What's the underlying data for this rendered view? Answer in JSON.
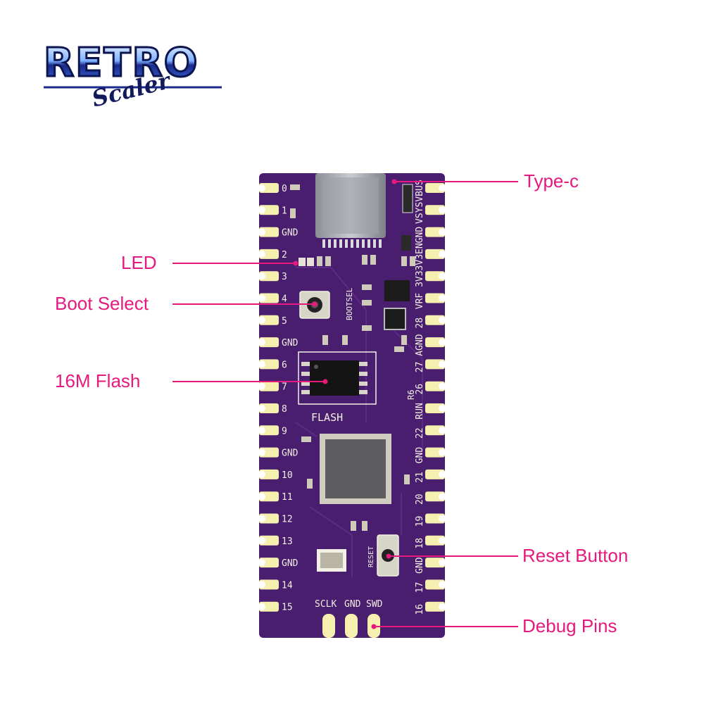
{
  "logo": {
    "text_top": "RETRO",
    "text_bottom": "Scaler",
    "colors": {
      "chrome_top": "#e8f2ff",
      "chrome_bottom": "#1b2a8c",
      "script": "#121a5c"
    }
  },
  "board": {
    "pcb_color": "#4a1e6e",
    "pad_color": "#f6f0b0",
    "left_pins": [
      "0",
      "1",
      "GND",
      "2",
      "3",
      "4",
      "5",
      "GND",
      "6",
      "7",
      "8",
      "9",
      "GND",
      "10",
      "11",
      "12",
      "13",
      "GND",
      "14",
      "15"
    ],
    "right_pins": [
      "VBUS",
      "VSYS",
      "GND",
      "3V3EN",
      "3V3",
      "VRF",
      "28",
      "AGND",
      "27",
      "26",
      "RUN",
      "22",
      "GND",
      "21",
      "20",
      "19",
      "18",
      "GND",
      "17",
      "16"
    ],
    "silk": {
      "bootsel": "BOOTSEL",
      "flash": "FLASH",
      "reset": "RESET",
      "debug_pins": [
        "SCLK",
        "GND",
        "SWD"
      ],
      "r6": "R6"
    }
  },
  "callouts": {
    "color": "#e6197e",
    "left": [
      {
        "label": "LED"
      },
      {
        "label": "Boot Select"
      },
      {
        "label": "16M Flash"
      }
    ],
    "right": [
      {
        "label": "Type-c"
      },
      {
        "label": "Reset Button"
      },
      {
        "label": "Debug Pins"
      }
    ]
  }
}
